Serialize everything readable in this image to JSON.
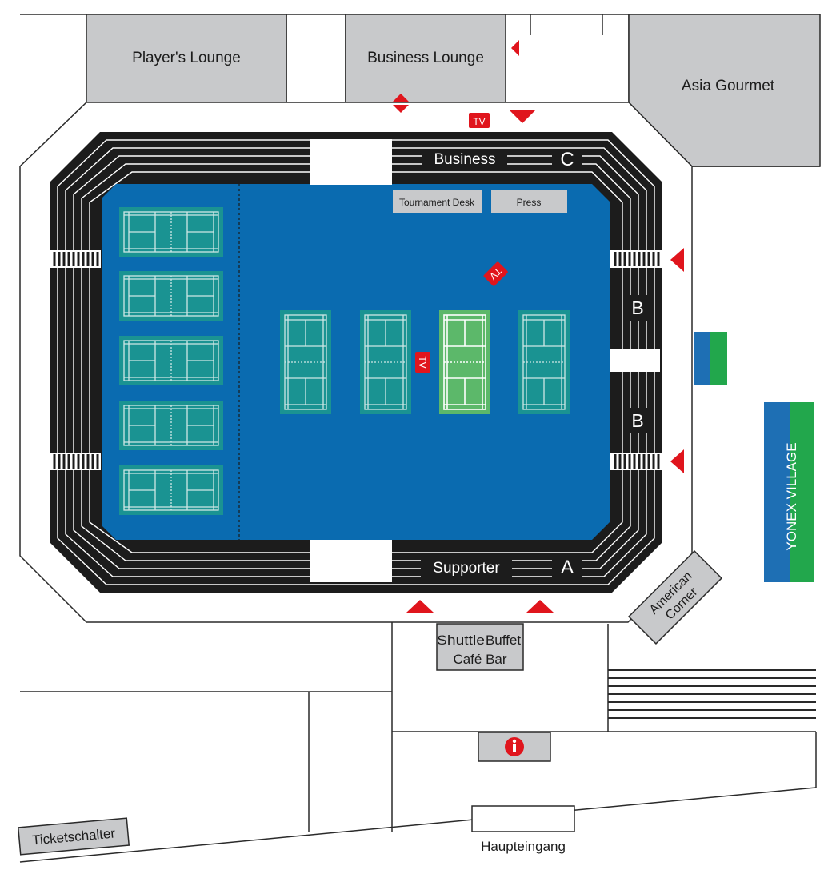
{
  "rooms": {
    "players_lounge": "Player's Lounge",
    "business_lounge": "Business Lounge",
    "asia_gourmet": "Asia Gourmet",
    "american_corner_line1": "American",
    "american_corner_line2": "Corner",
    "shuttle": "Shuttle",
    "buffet": "Buffet",
    "cafe_bar": "Café Bar",
    "ticketschalter": "Ticketschalter"
  },
  "arena": {
    "business_stand": "Business",
    "stand_c": "C",
    "supporter_stand": "Supporter",
    "stand_a": "A",
    "stand_b_upper": "B",
    "stand_b_lower": "B",
    "tournament_desk": "Tournament Desk",
    "press": "Press"
  },
  "tv_labels": {
    "top": "TV",
    "court_side": "TV",
    "rotated": "TV"
  },
  "yonex_village": "YONEX VILLAGE",
  "entrance": "Haupteingang",
  "colors": {
    "arena_floor": "#0a6bb0",
    "practice_court": "#1a9392",
    "main_court": "#5cb86a",
    "stands": "#1c1c1c",
    "rooms": "#c8c9cb",
    "arrows": "#e0151d",
    "yonex_blue": "#1e6fb4",
    "yonex_green": "#22a74c"
  },
  "icons": {
    "direction": "triangle-arrow-icon",
    "info": "info-icon",
    "tv": "tv-icon"
  }
}
